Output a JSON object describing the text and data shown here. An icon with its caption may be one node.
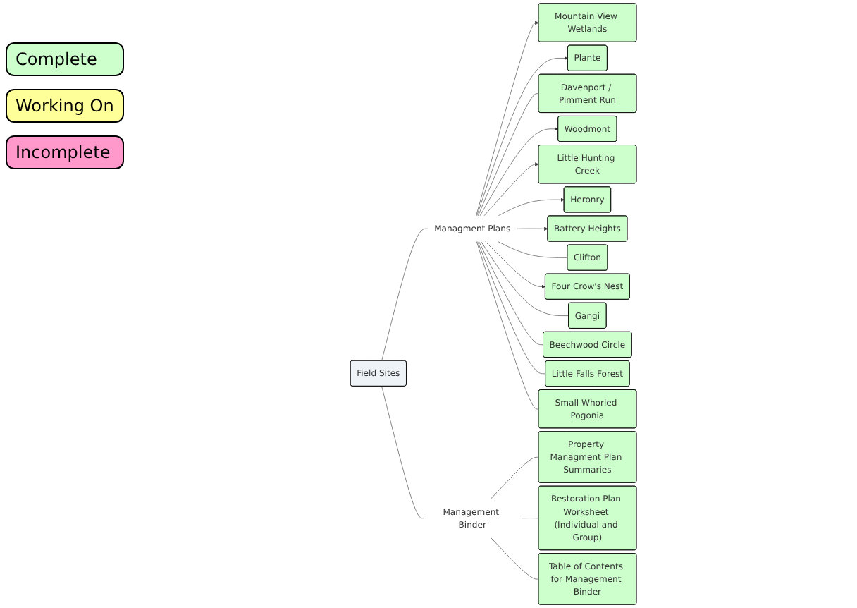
{
  "diagram": {
    "nodes": [
      {
        "text": [
          "Field Sites"
        ]
      },
      {
        "text": [
          "Managment Plans"
        ]
      },
      {
        "text": [
          "Mountain View Wetlands"
        ]
      },
      {
        "text": [
          "Plante"
        ]
      },
      {
        "text": [
          "Davenport / Pimment Run"
        ]
      },
      {
        "text": [
          "Woodmont"
        ]
      },
      {
        "text": [
          "Little Hunting Creek"
        ]
      },
      {
        "text": [
          "Heronry"
        ]
      },
      {
        "text": [
          "Battery Heights"
        ]
      },
      {
        "text": [
          "Clifton"
        ]
      },
      {
        "text": [
          "Four Crow's Nest"
        ]
      },
      {
        "text": [
          "Gangi"
        ]
      },
      {
        "text": [
          "Beechwood Circle"
        ]
      },
      {
        "text": [
          "Little Falls Forest"
        ]
      },
      {
        "text": [
          "Small Whorled Pogonia"
        ]
      },
      {
        "text": [
          "Management Binder"
        ]
      },
      {
        "text": [
          "Property Managment Plan Summaries"
        ]
      },
      {
        "text": [
          "Restoration Plan Worksheet (Individual and Group)"
        ]
      },
      {
        "text": [
          "Table of Contents for Management Binder"
        ]
      }
    ],
    "edges": [
      {
        "from": 0,
        "to": 1,
        "arrow": "none"
      },
      {
        "from": 1,
        "to": 2,
        "arrow": "to"
      },
      {
        "from": 1,
        "to": 3,
        "arrow": "to"
      },
      {
        "from": 1,
        "to": 4,
        "arrow": "none"
      },
      {
        "from": 1,
        "to": 5,
        "arrow": "to"
      },
      {
        "from": 1,
        "to": 6,
        "arrow": "to"
      },
      {
        "from": 1,
        "to": 7,
        "arrow": "to"
      },
      {
        "from": 1,
        "to": 8,
        "arrow": "to"
      },
      {
        "from": 1,
        "to": 9,
        "arrow": "none"
      },
      {
        "from": 1,
        "to": 10,
        "arrow": "to"
      },
      {
        "from": 1,
        "to": 11,
        "arrow": "none"
      },
      {
        "from": 1,
        "to": 12,
        "arrow": "none"
      },
      {
        "from": 1,
        "to": 13,
        "arrow": "none"
      },
      {
        "from": 1,
        "to": 14,
        "arrow": "none"
      },
      {
        "from": 0,
        "to": 15,
        "arrow": "none"
      },
      {
        "from": 15,
        "to": 16,
        "arrow": "none"
      },
      {
        "from": 15,
        "to": 17,
        "arrow": "none"
      },
      {
        "from": 15,
        "to": 18,
        "arrow": "none"
      }
    ],
    "legend": [
      {
        "text": "Complete",
        "color": "#ccffcc"
      },
      {
        "text": "Working On",
        "color": "#ffff99"
      },
      {
        "text": "Incomplete",
        "color": "#ff99cc"
      }
    ]
  }
}
